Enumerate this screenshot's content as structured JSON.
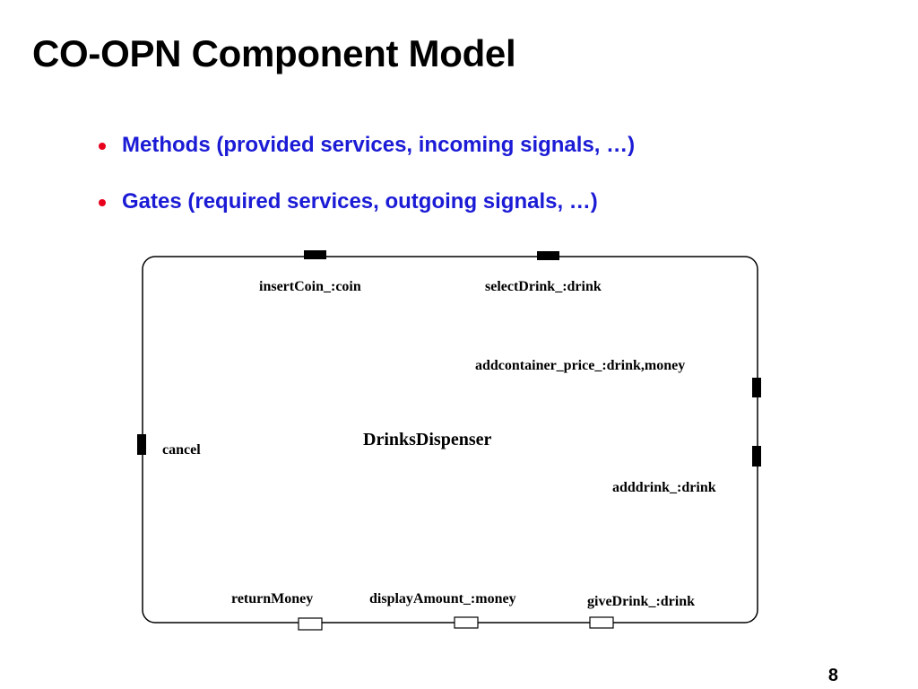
{
  "slide": {
    "title": "CO-OPN Component Model",
    "page_number": "8"
  },
  "bullets": [
    {
      "text": "Methods (provided services, incoming signals, …)"
    },
    {
      "text": "Gates (required services, outgoing signals, …)"
    }
  ],
  "colors": {
    "bullet_dot": "#e8001c",
    "bullet_text": "#1b1bd6",
    "text": "#000000",
    "method_port_fill": "#000000",
    "gate_port_fill": "#ffffff",
    "box_stroke": "#000000"
  },
  "diagram": {
    "component_name": "DrinksDispenser",
    "methods": [
      {
        "label": "insertCoin_:coin",
        "side": "top"
      },
      {
        "label": "selectDrink_:drink",
        "side": "top"
      },
      {
        "label": "addcontainer_price_:drink,money",
        "side": "right"
      },
      {
        "label": "adddrink_:drink",
        "side": "right"
      },
      {
        "label": "cancel",
        "side": "left"
      }
    ],
    "gates": [
      {
        "label": "returnMoney",
        "side": "bottom"
      },
      {
        "label": "displayAmount_:money",
        "side": "bottom"
      },
      {
        "label": "giveDrink_:drink",
        "side": "bottom"
      }
    ]
  }
}
